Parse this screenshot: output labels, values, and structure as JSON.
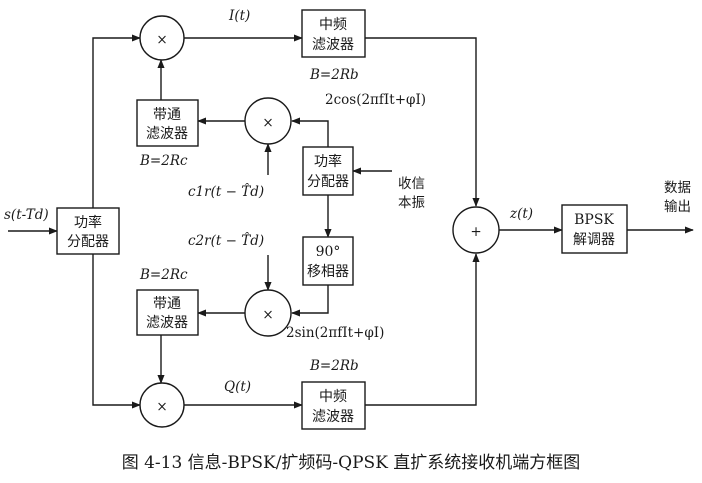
{
  "blocks": {
    "power_splitter_main": [
      "功率",
      "分配器"
    ],
    "power_splitter_lo": [
      "功率",
      "分配器"
    ],
    "bpf_top": [
      "带通",
      "滤波器"
    ],
    "bpf_bottom": [
      "带通",
      "滤波器"
    ],
    "if_filter_top": [
      "中频",
      "滤波器"
    ],
    "if_filter_bottom": [
      "中频",
      "滤波器"
    ],
    "phase_shifter": [
      "90°",
      "移相器"
    ],
    "demodulator": [
      "BPSK",
      "解调器"
    ]
  },
  "labels": {
    "input": "s(t-Td)",
    "i_branch": "I(t)",
    "q_branch": "Q(t)",
    "sum_out": "z(t)",
    "bw_if_top": "B=2Rb",
    "bw_if_bottom": "B=2Rb",
    "bw_bpf_top": "B=2Rc",
    "bw_bpf_bottom": "B=2Rc",
    "cos_carrier": "2cos(2πfIt+φI)",
    "sin_carrier": "2sin(2πfIt+φI)",
    "code_1": "c1r(t − T̂d)",
    "code_2": "c2r(t − T̂d)",
    "local_osc": [
      "收信",
      "本振"
    ],
    "data_out": [
      "数据",
      "输出"
    ],
    "multiply_symbol": "×",
    "sum_symbol": "+"
  },
  "caption": "图 4-13  信息-BPSK/扩频码-QPSK 直扩系统接收机端方框图"
}
